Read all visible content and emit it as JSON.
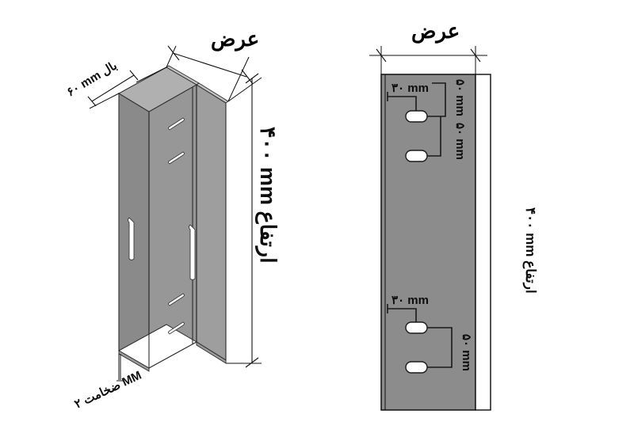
{
  "drawing": {
    "title": "Sheet metal channel bracket technical drawing",
    "units": "mm",
    "background_color": "#ffffff",
    "line_color": "#111111",
    "metal_fill_color": "#8c8c8c",
    "metal_face_light": "#9c9c9c",
    "metal_face_mid": "#939393",
    "metal_face_dark": "#858585",
    "slot_fill_color": "#ffffff"
  },
  "iso_view": {
    "name": "isometric-3d-view",
    "labels": {
      "flange_dim": "۶۰ mm بال",
      "width_title": "عرض",
      "height_dim": "۴۰۰ mm ارتفاع",
      "thickness_note": "ضخامت ۲ MM"
    }
  },
  "front_view": {
    "name": "front-2d-view",
    "labels": {
      "width_title": "عرض",
      "height_dim": "۴۰۰ mm ارتفاع",
      "slot_spacing_top_horizontal": "۳۰ mm",
      "slot_spacing_top_vertical_upper": "۵۰ mm",
      "slot_spacing_top_vertical_lower": "۵۰ mm",
      "slot_spacing_bottom_horizontal": "۳۰ mm",
      "slot_spacing_bottom_vertical": "۵۰ mm"
    }
  },
  "dimensions_summary": {
    "flange_width_mm": "۶۰",
    "total_height_mm": "۴۰۰",
    "thickness_mm": "۲",
    "slot_offset_mm": "۳۰",
    "slot_pitch_mm": "۵۰"
  }
}
